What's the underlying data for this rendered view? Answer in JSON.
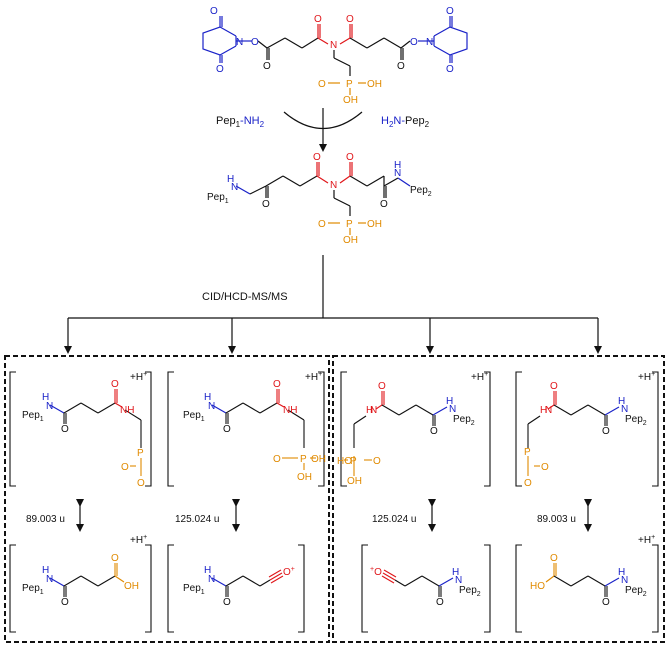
{
  "colors": {
    "blue": "#1a22c8",
    "red": "#e0161a",
    "orange": "#e08a00",
    "black": "#111111"
  },
  "reactants": {
    "left_pep": "Pep",
    "left_sub": "1",
    "left_group": "-NH",
    "left_group_sub": "2",
    "right_group": "H",
    "right_group_sub": "2",
    "right_group_tail": "N-",
    "right_pep": "Pep",
    "right_sub": "2"
  },
  "method_label": "CID/HCD-MS/MS",
  "mass_losses": {
    "a": "89.003 u",
    "b": "125.024 u",
    "c": "125.024 u",
    "d": "89.003 u"
  },
  "charge": {
    "base": "+H",
    "sup": "+"
  },
  "atoms": {
    "O": "O",
    "N": "N",
    "H": "H",
    "OH": "OH",
    "HO": "HO",
    "NH": "NH",
    "P": "P",
    "Pep": "Pep",
    "one": "1",
    "two": "2",
    "plus": "+"
  }
}
